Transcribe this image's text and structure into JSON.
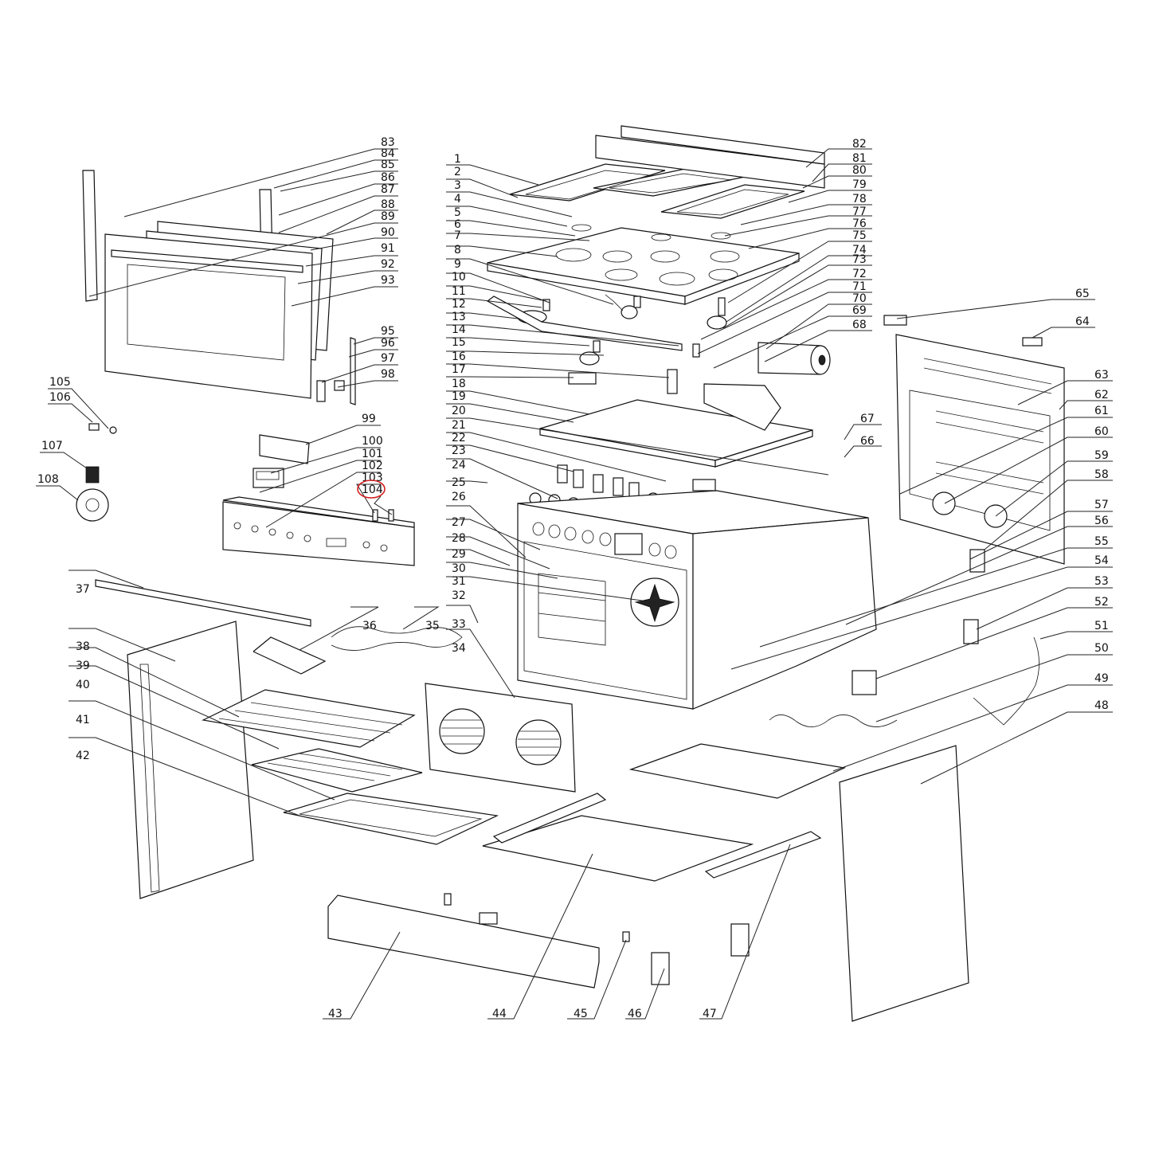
{
  "labels": {
    "p1": "1",
    "p2": "2",
    "p3": "3",
    "p4": "4",
    "p5": "5",
    "p6": "6",
    "p7": "7",
    "p8": "8",
    "p9": "9",
    "p10": "10",
    "p11": "11",
    "p12": "12",
    "p13": "13",
    "p14": "14",
    "p15": "15",
    "p16": "16",
    "p17": "17",
    "p18": "18",
    "p19": "19",
    "p20": "20",
    "p21": "21",
    "p22": "22",
    "p23": "23",
    "p24": "24",
    "p25": "25",
    "p26": "26",
    "p27": "27",
    "p28": "28",
    "p29": "29",
    "p30": "30",
    "p31": "31",
    "p32": "32",
    "p33": "33",
    "p34": "34",
    "p35": "35",
    "p36": "36",
    "p37": "37",
    "p38": "38",
    "p39": "39",
    "p40": "40",
    "p41": "41",
    "p42": "42",
    "p43": "43",
    "p44": "44",
    "p45": "45",
    "p46": "46",
    "p47": "47",
    "p48": "48",
    "p49": "49",
    "p50": "50",
    "p51": "51",
    "p52": "52",
    "p53": "53",
    "p54": "54",
    "p55": "55",
    "p56": "56",
    "p57": "57",
    "p58": "58",
    "p59": "59",
    "p60": "60",
    "p61": "61",
    "p62": "62",
    "p63": "63",
    "p64": "64",
    "p65": "65",
    "p66": "66",
    "p67": "67",
    "p68": "68",
    "p69": "69",
    "p70": "70",
    "p71": "71",
    "p72": "72",
    "p73": "73",
    "p74": "74",
    "p75": "75",
    "p76": "76",
    "p77": "77",
    "p78": "78",
    "p79": "79",
    "p80": "80",
    "p81": "81",
    "p82": "82",
    "p83": "83",
    "p84": "84",
    "p85": "85",
    "p86": "86",
    "p87": "87",
    "p88": "88",
    "p89": "89",
    "p90": "90",
    "p91": "91",
    "p92": "92",
    "p93": "93",
    "p95": "95",
    "p96": "96",
    "p97": "97",
    "p98": "98",
    "p99": "99",
    "p100": "100",
    "p101": "101",
    "p102": "102",
    "p103": "103",
    "p104": "104",
    "p105": "105",
    "p106": "106",
    "p107": "107",
    "p108": "108"
  },
  "highlighted_part": "104",
  "colors": {
    "line": "#111111",
    "highlight": "#d41f1f",
    "background": "#ffffff"
  }
}
